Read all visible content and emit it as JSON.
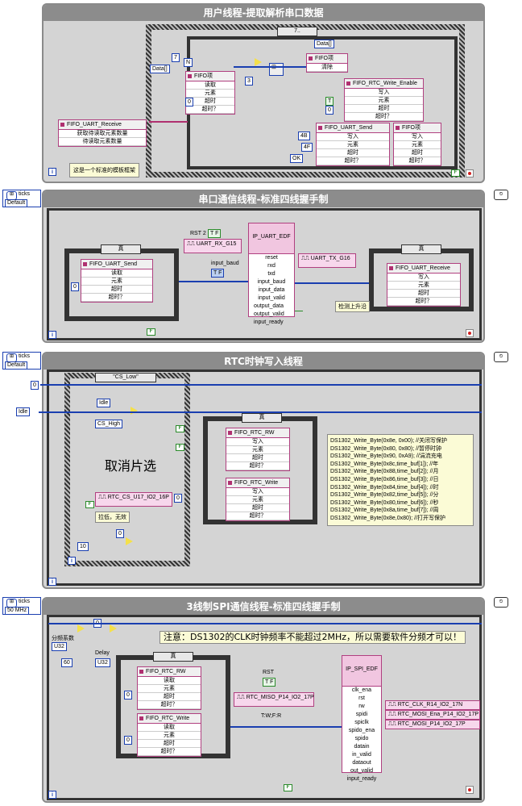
{
  "p1": {
    "title": "用户线程-提取解析串口数据",
    "case_selector": "7..",
    "const_7": "7",
    "const_0": "0",
    "const_3": "3",
    "data_label": "Data[]",
    "fifo_recv": {
      "name": "FIFO_UART_Receive",
      "rows": [
        "获取待读取元素数量",
        "待读取元素数量"
      ]
    },
    "fifo_xiang": {
      "name": "FIFO项",
      "rows": [
        "读取",
        "元素",
        "超时",
        "超时？"
      ]
    },
    "data_out": "Data[]",
    "fifo_clear": {
      "name": "FIFO项",
      "rows": [
        "清除"
      ]
    },
    "fifo_rtc_enable": {
      "name": "FIFO_RTC_Write_Enable",
      "rows": [
        "写入",
        "元素",
        "超时",
        "超时？"
      ]
    },
    "fifo_send": {
      "name": "FIFO_UART_Send",
      "rows": [
        "写入",
        "元素",
        "超时",
        "超时？"
      ]
    },
    "fifo_xiang2": {
      "name": "FIFO项",
      "rows": [
        "写入",
        "元素",
        "超时",
        "超时？"
      ]
    },
    "tf_t": "T",
    "const_4b": "4B",
    "const_4f": "4F",
    "ok": "OK",
    "template_note": "这是一个标准的模板框架"
  },
  "p2": {
    "title": "串口通信线程-标准四线握手制",
    "ticks": {
      "label": "ticks",
      "mode": "Default"
    },
    "case_true": "真",
    "fifo_send": {
      "name": "FIFO_UART_Send",
      "rows": [
        "读取",
        "元素",
        "超时",
        "超时？"
      ]
    },
    "const_0": "0",
    "rst": "RST 2",
    "tf_true": "T F",
    "uart_rx": "UART_RX_G15",
    "input_baud_label": "input_baud",
    "baud_const": "T F",
    "ip": {
      "name": "IP_UART_EDF",
      "inputs": [
        "reset",
        "rxd",
        "txd",
        "input_baud",
        "input_data",
        "input_valid"
      ],
      "outputs": [
        "output_data",
        "output_valid",
        "input_ready"
      ]
    },
    "uart_tx": "UART_TX_G16",
    "fifo_recv": {
      "name": "FIFO_UART_Receive",
      "rows": [
        "写入",
        "元素",
        "超时",
        "超时？"
      ]
    },
    "edge_note": "检测上升沿"
  },
  "p3": {
    "title": "RTC时钟写入线程",
    "ticks": {
      "label": "ticks",
      "mode": "Default"
    },
    "case_selector": "\"CS_Low\"",
    "enum_idle": "Idle",
    "enum_idle_ctrl": "Idle",
    "enum_cs_high": "CS_High",
    "const_0": "0",
    "cancel_cs": "取消片选",
    "rtc_cs_pin": "RTC_CS_U17_IO2_16P",
    "pull_low": "拉低，无效",
    "const_10": "10",
    "case_true": "真",
    "fifo_rtc_rw": {
      "name": "FIFO_RTC_RW",
      "rows": [
        "写入",
        "元素",
        "超时",
        "超时？"
      ]
    },
    "fifo_rtc_write": {
      "name": "FIFO_RTC_Write",
      "rows": [
        "写入",
        "元素",
        "超时",
        "超时？"
      ]
    },
    "code_lines": [
      "DS1302_Write_Byte(0x8e, 0x00);     //关闭写保护",
      "DS1302_Write_Byte(0x80, 0x80);     //暂停时钟",
      "DS1302_Write_Byte(0x90, 0xA9);     //涓流充电",
      "DS1302_Write_Byte(0x8c,time_buf[1]); //年",
      "DS1302_Write_Byte(0x88,time_buf[2]); //月",
      "DS1302_Write_Byte(0x86,time_buf[3]); //日",
      "DS1302_Write_Byte(0x84,time_buf[4]);  //时",
      "DS1302_Write_Byte(0x82,time_buf[5]); //分",
      "DS1302_Write_Byte(0x80,time_buf[6]); //秒",
      "DS1302_Write_Byte(0x8a,time_buf[7]); //周",
      "DS1302_Write_Byte(0x8e,0x80);     //打开写保护"
    ]
  },
  "p4": {
    "title": "3线制SPI通信线程-标准四线握手制",
    "ticks": {
      "label": "ticks",
      "mode": "50 MHz"
    },
    "const_0": "0",
    "div_label": "分频系数",
    "u32": "U32",
    "const_60": "60",
    "delay_label": "Delay",
    "delay_type": "U32",
    "warning": "注意：DS1302的CLK时钟频率不能超过2MHz，所以需要软件分频才可以！",
    "case_true": "真",
    "fifo_rtc_rw": {
      "name": "FIFO_RTC_RW",
      "rows": [
        "读取",
        "元素",
        "超时",
        "超时？"
      ]
    },
    "fifo_rtc_write": {
      "name": "FIFO_RTC_Write",
      "rows": [
        "读取",
        "元素",
        "超时",
        "超时？"
      ]
    },
    "rst_label": "RST",
    "miso_pin": "RTC_MISO_P14_IO2_17P",
    "tfr": "T:W;F:R",
    "ip": {
      "name": "IP_SPI_EDF",
      "inputs": [
        "clk_ena",
        "rst",
        "rw",
        "spidi",
        "spiclk",
        "spido_ena",
        "spido",
        "datain",
        "in_valid"
      ],
      "outputs": [
        "dataout",
        "out_valid",
        "input_ready"
      ]
    },
    "out_pins": [
      "RTC_CLK_R14_IO2_17N",
      "RTC_MOSI_Ena_P14_IO2_17P",
      "RTC_MOSI_P14_IO2_17P"
    ]
  }
}
